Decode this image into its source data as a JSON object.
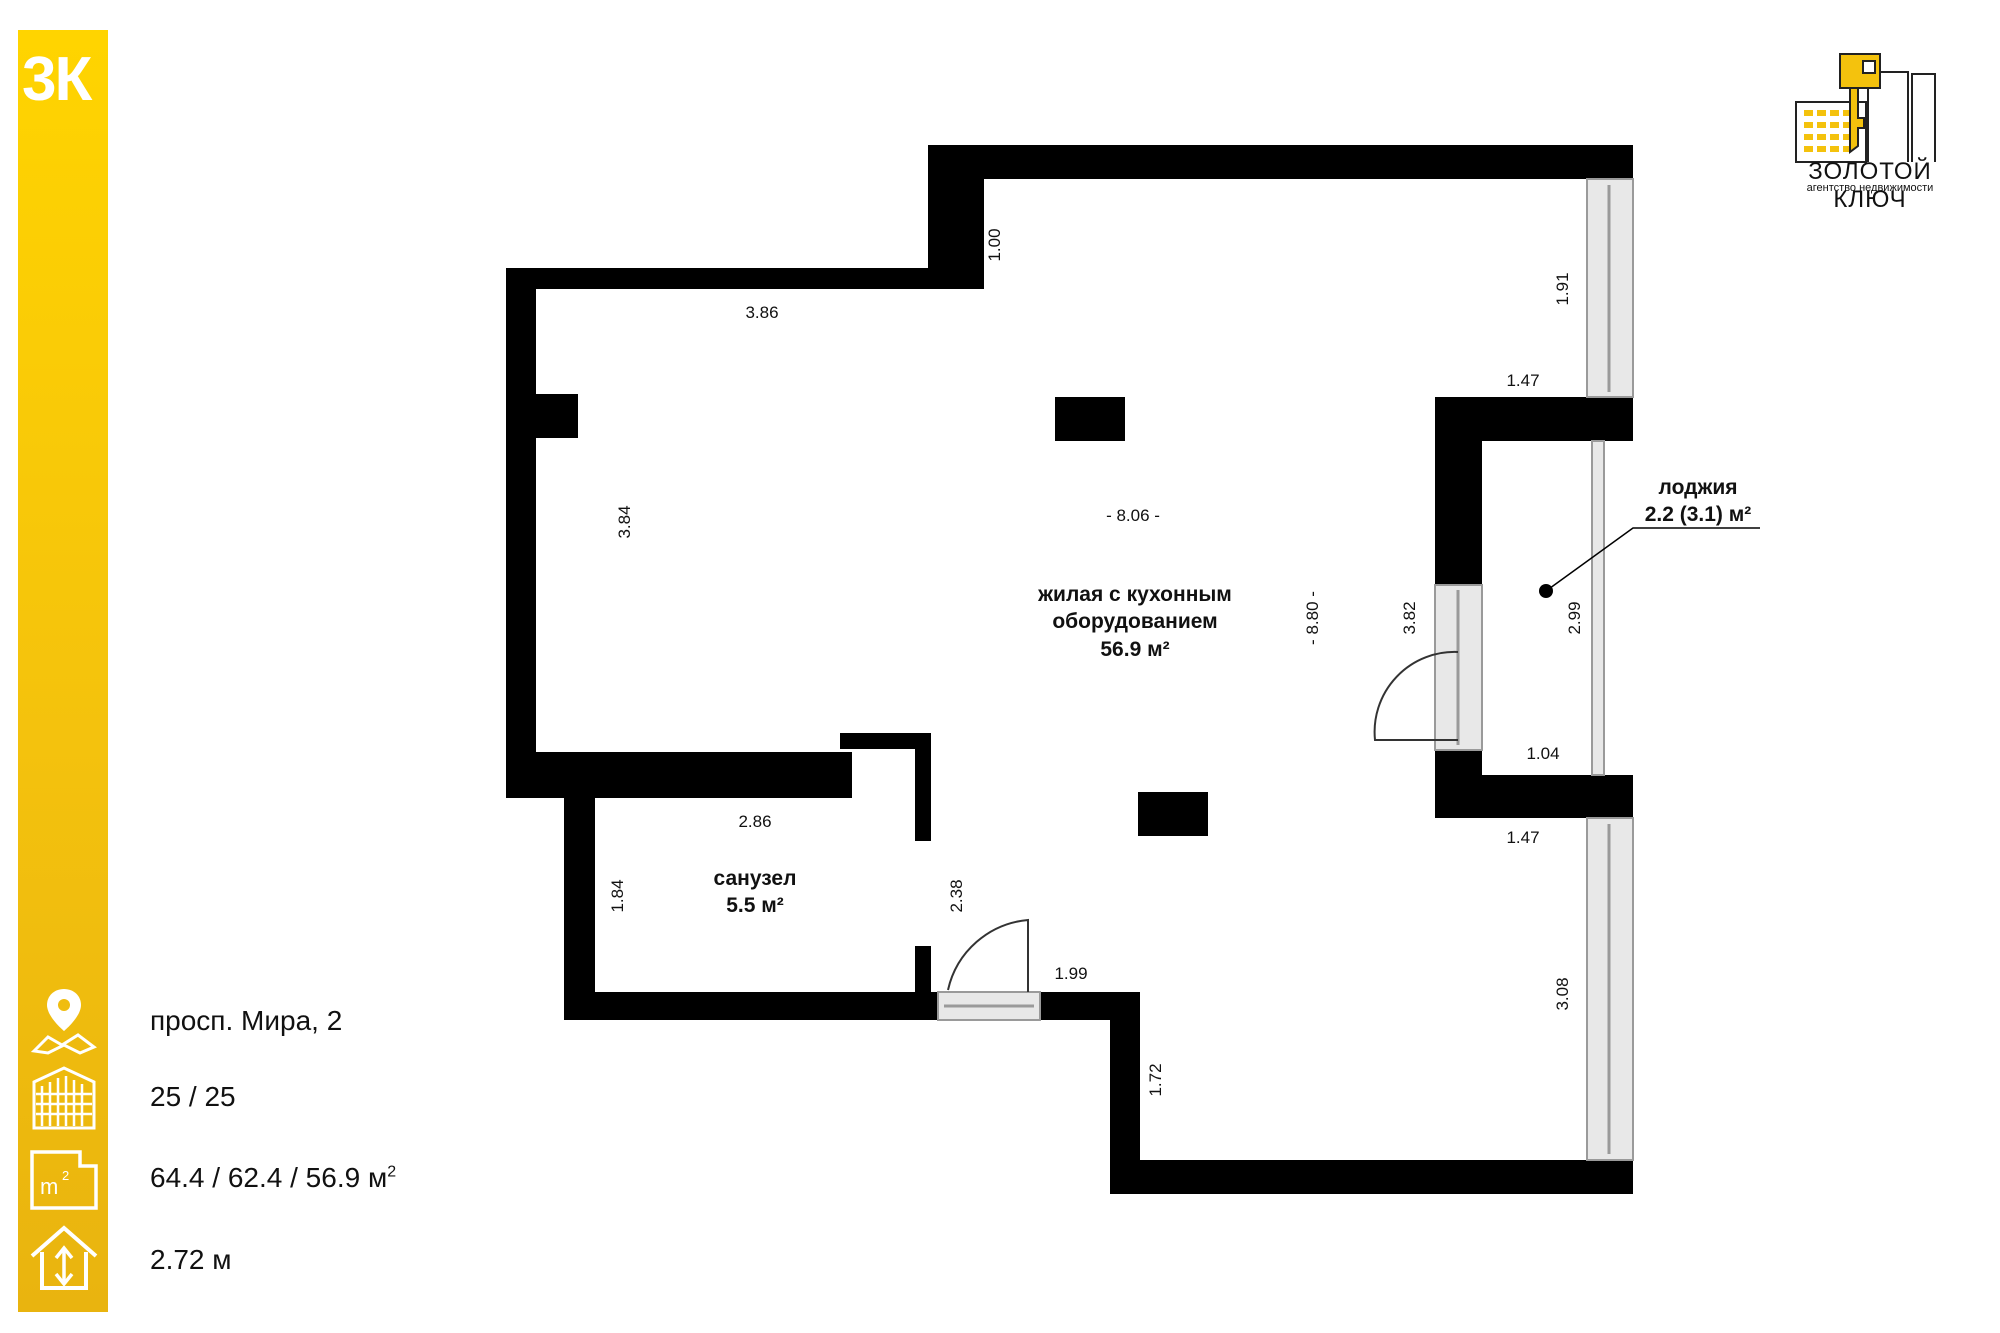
{
  "badge": "3К",
  "logo": {
    "title": "ЗОЛОТОЙ КЛЮЧ",
    "subtitle": "агентство недвижимости"
  },
  "info": {
    "address": "просп. Мира, 2",
    "floor": "25 / 25",
    "area": "64.4 / 62.4 / 56.9 м",
    "area_unit_sup": "2",
    "ceiling": "2.72 м"
  },
  "icons": [
    "location-icon",
    "building-icon",
    "area-icon",
    "ceiling-height-icon"
  ],
  "colors": {
    "accent": "#f4c20d",
    "wall": "#000000"
  },
  "rooms": {
    "living": {
      "line1": "жилая с кухонным",
      "line2": "оборудованием",
      "area": "56.9 м²"
    },
    "bathroom": {
      "name": "санузел",
      "area": "5.5 м²"
    },
    "loggia": {
      "name": "лоджия",
      "area": "2.2 (3.1) м²"
    }
  },
  "dimensions": {
    "top_step": "1.00",
    "upper_left_wall": "3.86",
    "left_wall": "3.84",
    "width_main": "- 8.06 -",
    "height_main": "- 8.80 -",
    "window_top": "1.91",
    "loggia_top": "1.47",
    "loggia_wall": "3.82",
    "loggia_depth": "2.99",
    "loggia_width": "1.04",
    "loggia_bottom": "1.47",
    "bath_width": "2.86",
    "bath_height": "1.84",
    "bath_door_wall": "2.38",
    "corridor": "1.99",
    "lower_step": "1.72",
    "window_bottom": "3.08"
  }
}
